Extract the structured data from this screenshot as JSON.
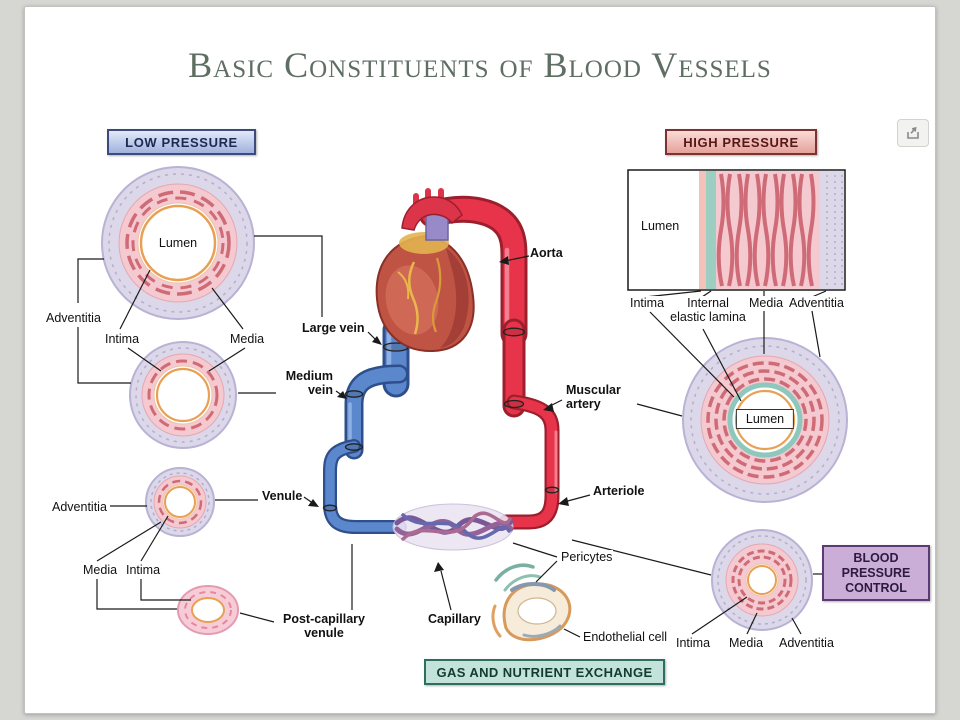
{
  "slide": {
    "title": "Basic Constituents of Blood Vessels"
  },
  "boxes": {
    "low_pressure": "LOW PRESSURE",
    "high_pressure": "HIGH PRESSURE",
    "blood_pressure_control": [
      "BLOOD",
      "PRESSURE",
      "CONTROL"
    ],
    "gas_and_nutrient_exchange": "GAS AND NUTRIENT EXCHANGE"
  },
  "vessel_labels": {
    "aorta": "Aorta",
    "large_vein": "Large vein",
    "medium_vein": [
      "Medium",
      "vein"
    ],
    "muscular_artery": [
      "Muscular",
      "artery"
    ],
    "venule": "Venule",
    "arteriole": "Arteriole",
    "capillary": "Capillary",
    "post_capillary_venule": [
      "Post-capillary",
      "venule"
    ],
    "pericytes": "Pericytes",
    "endothelial_cell": "Endothelial cell"
  },
  "layer_labels": {
    "large_vein_section": {
      "lumen": "Lumen",
      "adventitia": "Adventitia",
      "intima": "Intima",
      "media": "Media"
    },
    "venule_section": {
      "adventitia": "Adventitia",
      "media": "Media",
      "intima": "Intima"
    },
    "aorta_wall_section": {
      "lumen": "Lumen",
      "intima": "Intima",
      "internal_elastic_lamina": [
        "Internal",
        "elastic lamina"
      ],
      "media": "Media",
      "adventitia": "Adventitia"
    },
    "muscular_artery_section": {
      "lumen": "Lumen"
    },
    "arteriole_section": {
      "intima": "Intima",
      "media": "Media",
      "adventitia": "Adventitia"
    }
  },
  "colors": {
    "low_pressure_fill": "#b6c3e6",
    "low_pressure_border": "#3c4a7c",
    "high_pressure_fill": "#f0b9b3",
    "high_pressure_border": "#7c3232",
    "blood_pressure_control_fill": "#cbaed8",
    "blood_pressure_control_border": "#5c3a74",
    "gas_exchange_fill": "#c2e2da",
    "gas_exchange_border": "#2e6e60",
    "vein_blue": "#5b87cc",
    "artery_red": "#e8344a",
    "adventitia_lavender": "#dcd8ea",
    "media_pink": "#f5c9d0",
    "elastic_lamina_teal": "#9ccfc2",
    "endothelium_orange": "#e8a055"
  }
}
